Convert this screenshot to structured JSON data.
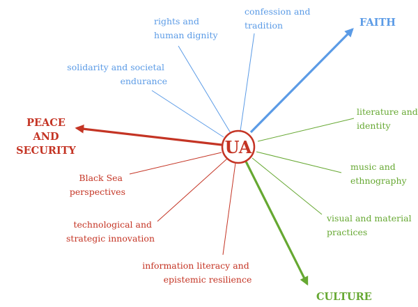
{
  "colors": {
    "faith": "#5b9be6",
    "culture": "#66a832",
    "peace": "#c43424",
    "faith_text": "#5b9be6",
    "culture_text": "#66a832",
    "peace_text": "#c43424"
  },
  "center": {
    "label": "UA"
  },
  "axes": {
    "faith": "FAITH",
    "culture": "CULTURE",
    "peace_line1": "PEACE",
    "peace_line2": "AND",
    "peace_line3": "SECURITY"
  },
  "faith_topics": [
    {
      "lines": [
        "rights and",
        "human dignity"
      ]
    },
    {
      "lines": [
        "confession and",
        "tradition"
      ]
    },
    {
      "lines": [
        "solidarity and societal",
        "endurance"
      ]
    }
  ],
  "culture_topics": [
    {
      "lines": [
        "literature and",
        "identity"
      ]
    },
    {
      "lines": [
        "music and",
        "ethnography"
      ]
    },
    {
      "lines": [
        "visual and material",
        "practices"
      ]
    }
  ],
  "peace_topics": [
    {
      "lines": [
        "Black Sea",
        "perspectives"
      ]
    },
    {
      "lines": [
        "technological and",
        "strategic innovation"
      ]
    },
    {
      "lines": [
        "information literacy and",
        "epistemic resilience"
      ]
    }
  ]
}
